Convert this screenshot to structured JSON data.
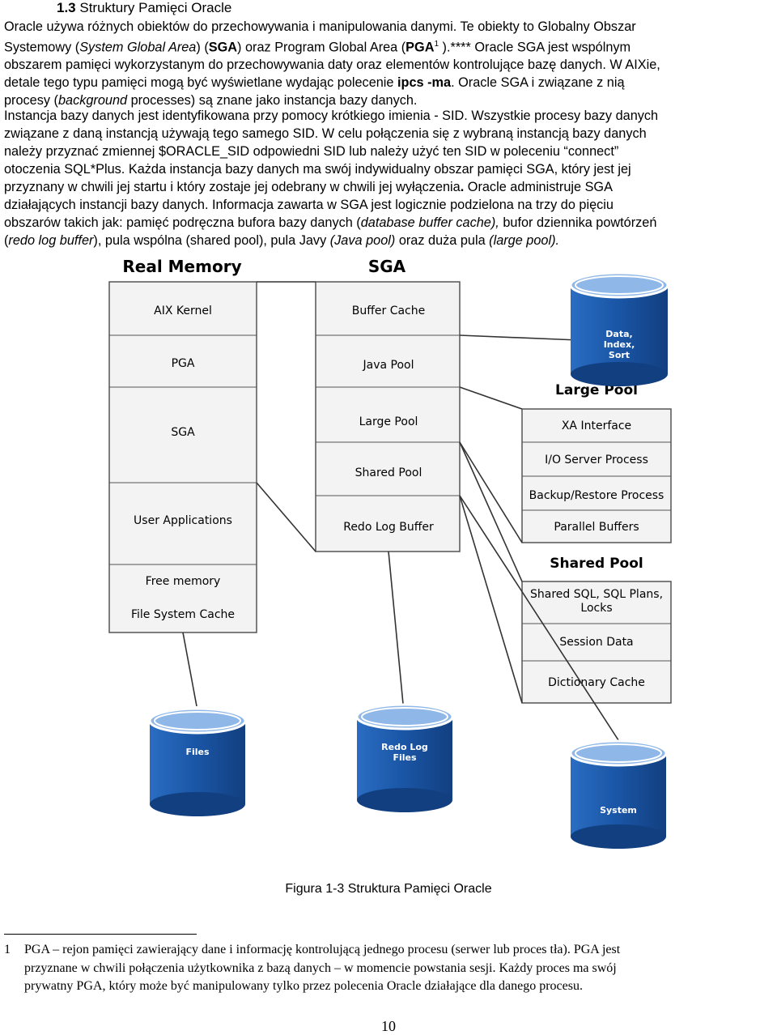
{
  "heading": {
    "number": "1.3",
    "title": "Struktury Pamięci Oracle"
  },
  "paragraph1": {
    "lines": [
      [
        "Oracle używa różnych obiektów do przechowywania i manipulowania danymi. Te obiekty to Globalny Obszar"
      ],
      [
        "Systemowy (",
        {
          "i": "System Global Area"
        },
        ") (",
        {
          "b": "SGA"
        },
        ") oraz Program Global Area  (",
        {
          "b": "PGA"
        },
        {
          "sup": "1"
        },
        " ).**** Oracle SGA jest wspólnym"
      ],
      [
        "obszarem pamięci wykorzystanym do przechowywania daty oraz elementów kontrolujące bazę danych. W AIXie,"
      ],
      [
        "detale tego typu pamięci mogą być wyświetlane wydając polecenie ",
        {
          "b": "ipcs -ma"
        },
        ". Oracle SGA i związane z nią"
      ],
      [
        "procesy (",
        {
          "i": "background"
        },
        " processes) są znane jako instancja bazy danych."
      ]
    ]
  },
  "paragraph2": {
    "lines": [
      [
        "Instancja bazy danych jest identyfikowana przy pomocy krótkiego imienia - SID. Wszystkie procesy bazy danych"
      ],
      [
        "związane z daną instancją używają tego samego SID. W celu połączenia się z wybraną instancją bazy danych"
      ],
      [
        "należy przyznać zmiennej $ORACLE_SID odpowiedni SID lub należy użyć ten SID w poleceniu “connect”"
      ],
      [
        "otoczenia SQL*Plus. Każda instancja bazy danych ma swój indywidualny obszar pamięci SGA, który jest jej"
      ],
      [
        "przyznany w chwili jej startu i który zostaje jej odebrany w chwili jej wyłączenia",
        {
          "b": "."
        },
        " Oracle administruje SGA"
      ],
      [
        "działających instancji bazy danych. Informacja zawarta w SGA jest logicznie podzielona na trzy do pięciu"
      ],
      [
        "obszarów takich jak: pamięć podręczna bufora bazy danych (",
        {
          "i": "database buffer cache),"
        },
        " bufor dziennika powtórzeń"
      ],
      [
        "(",
        {
          "i": "redo log buffer"
        },
        "), pula wspólna (shared pool), pula Javy ",
        {
          "i": "(Java pool)"
        },
        " oraz duża pula ",
        {
          "i": "(large pool)."
        }
      ]
    ]
  },
  "diagram": {
    "real_memory_title": "Real Memory",
    "sga_title": "SGA",
    "real_memory_items": [
      "AIX Kernel",
      "PGA",
      "SGA",
      "User Applications",
      "Free memory",
      "File System Cache"
    ],
    "sga_items": [
      "Buffer Cache",
      "Java Pool",
      "Large Pool",
      "Shared Pool",
      "Redo Log Buffer"
    ],
    "large_pool_title": "Large Pool",
    "large_pool_items": [
      "XA Interface",
      "I/O Server Process",
      "Backup/Restore Process",
      "Parallel Buffers"
    ],
    "shared_pool_title": "Shared Pool",
    "shared_pool_items": [
      "Shared SQL, SQL Plans,",
      "Locks",
      "Session Data",
      "Dictionary Cache"
    ],
    "cyl_data": [
      "Data,",
      "Index,",
      "Sort"
    ],
    "cyl_files": "Files",
    "cyl_redo": [
      "Redo Log",
      "Files"
    ],
    "cyl_system": "System",
    "colors": {
      "cylinder": "#1e5fb3",
      "cylinder_top": "#8fb7e8",
      "box_fill": "#f3f3f3",
      "stroke": "#555555"
    }
  },
  "caption": "Figura 1-3 Struktura Pamięci Oracle",
  "footnote": {
    "number": "1",
    "lines": [
      "PGA – rejon pamięci zawierający dane i informację kontrolującą jednego procesu (serwer lub proces tła). PGA  jest",
      "przyznane w chwili połączenia użytkownika z bazą danych – w momencie powstania sesji. Każdy proces ma swój",
      "prywatny PGA, który może być manipulowany tylko przez polecenia Oracle działające dla danego procesu."
    ]
  },
  "page_number": "10"
}
